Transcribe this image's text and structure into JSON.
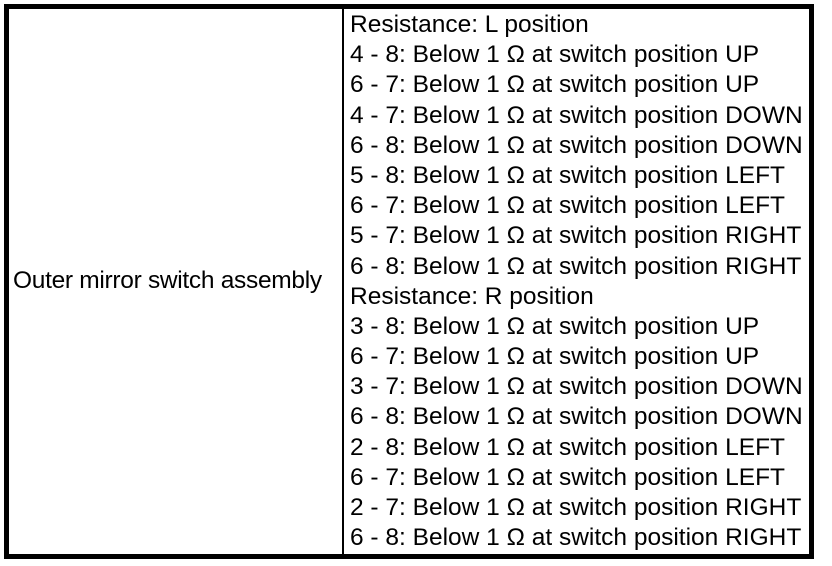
{
  "colors": {
    "border": "#000000",
    "text": "#000000",
    "background": "#ffffff"
  },
  "table": {
    "component": "Outer mirror switch assembly",
    "specs": [
      "Resistance: L position",
      "4 - 8: Below 1 Ω at switch position UP",
      "6 - 7: Below 1 Ω at switch position UP",
      "4 - 7: Below 1 Ω at switch position DOWN",
      "6 - 8: Below 1 Ω at switch position DOWN",
      "5 - 8: Below 1 Ω at switch position LEFT",
      "6 - 7: Below 1 Ω at switch position LEFT",
      "5 - 7: Below 1 Ω at switch position RIGHT",
      "6 - 8: Below 1 Ω at switch position RIGHT",
      "Resistance: R position",
      "3 - 8: Below 1 Ω at switch position UP",
      "6 - 7: Below 1 Ω at switch position UP",
      "3 - 7: Below 1 Ω at switch position DOWN",
      "6 - 8: Below 1 Ω at switch position DOWN",
      "2 - 8: Below 1 Ω at switch position LEFT",
      "6 - 7: Below 1 Ω at switch position LEFT",
      "2 - 7: Below 1 Ω at switch position RIGHT",
      "6 - 8: Below 1 Ω at switch position RIGHT"
    ]
  }
}
